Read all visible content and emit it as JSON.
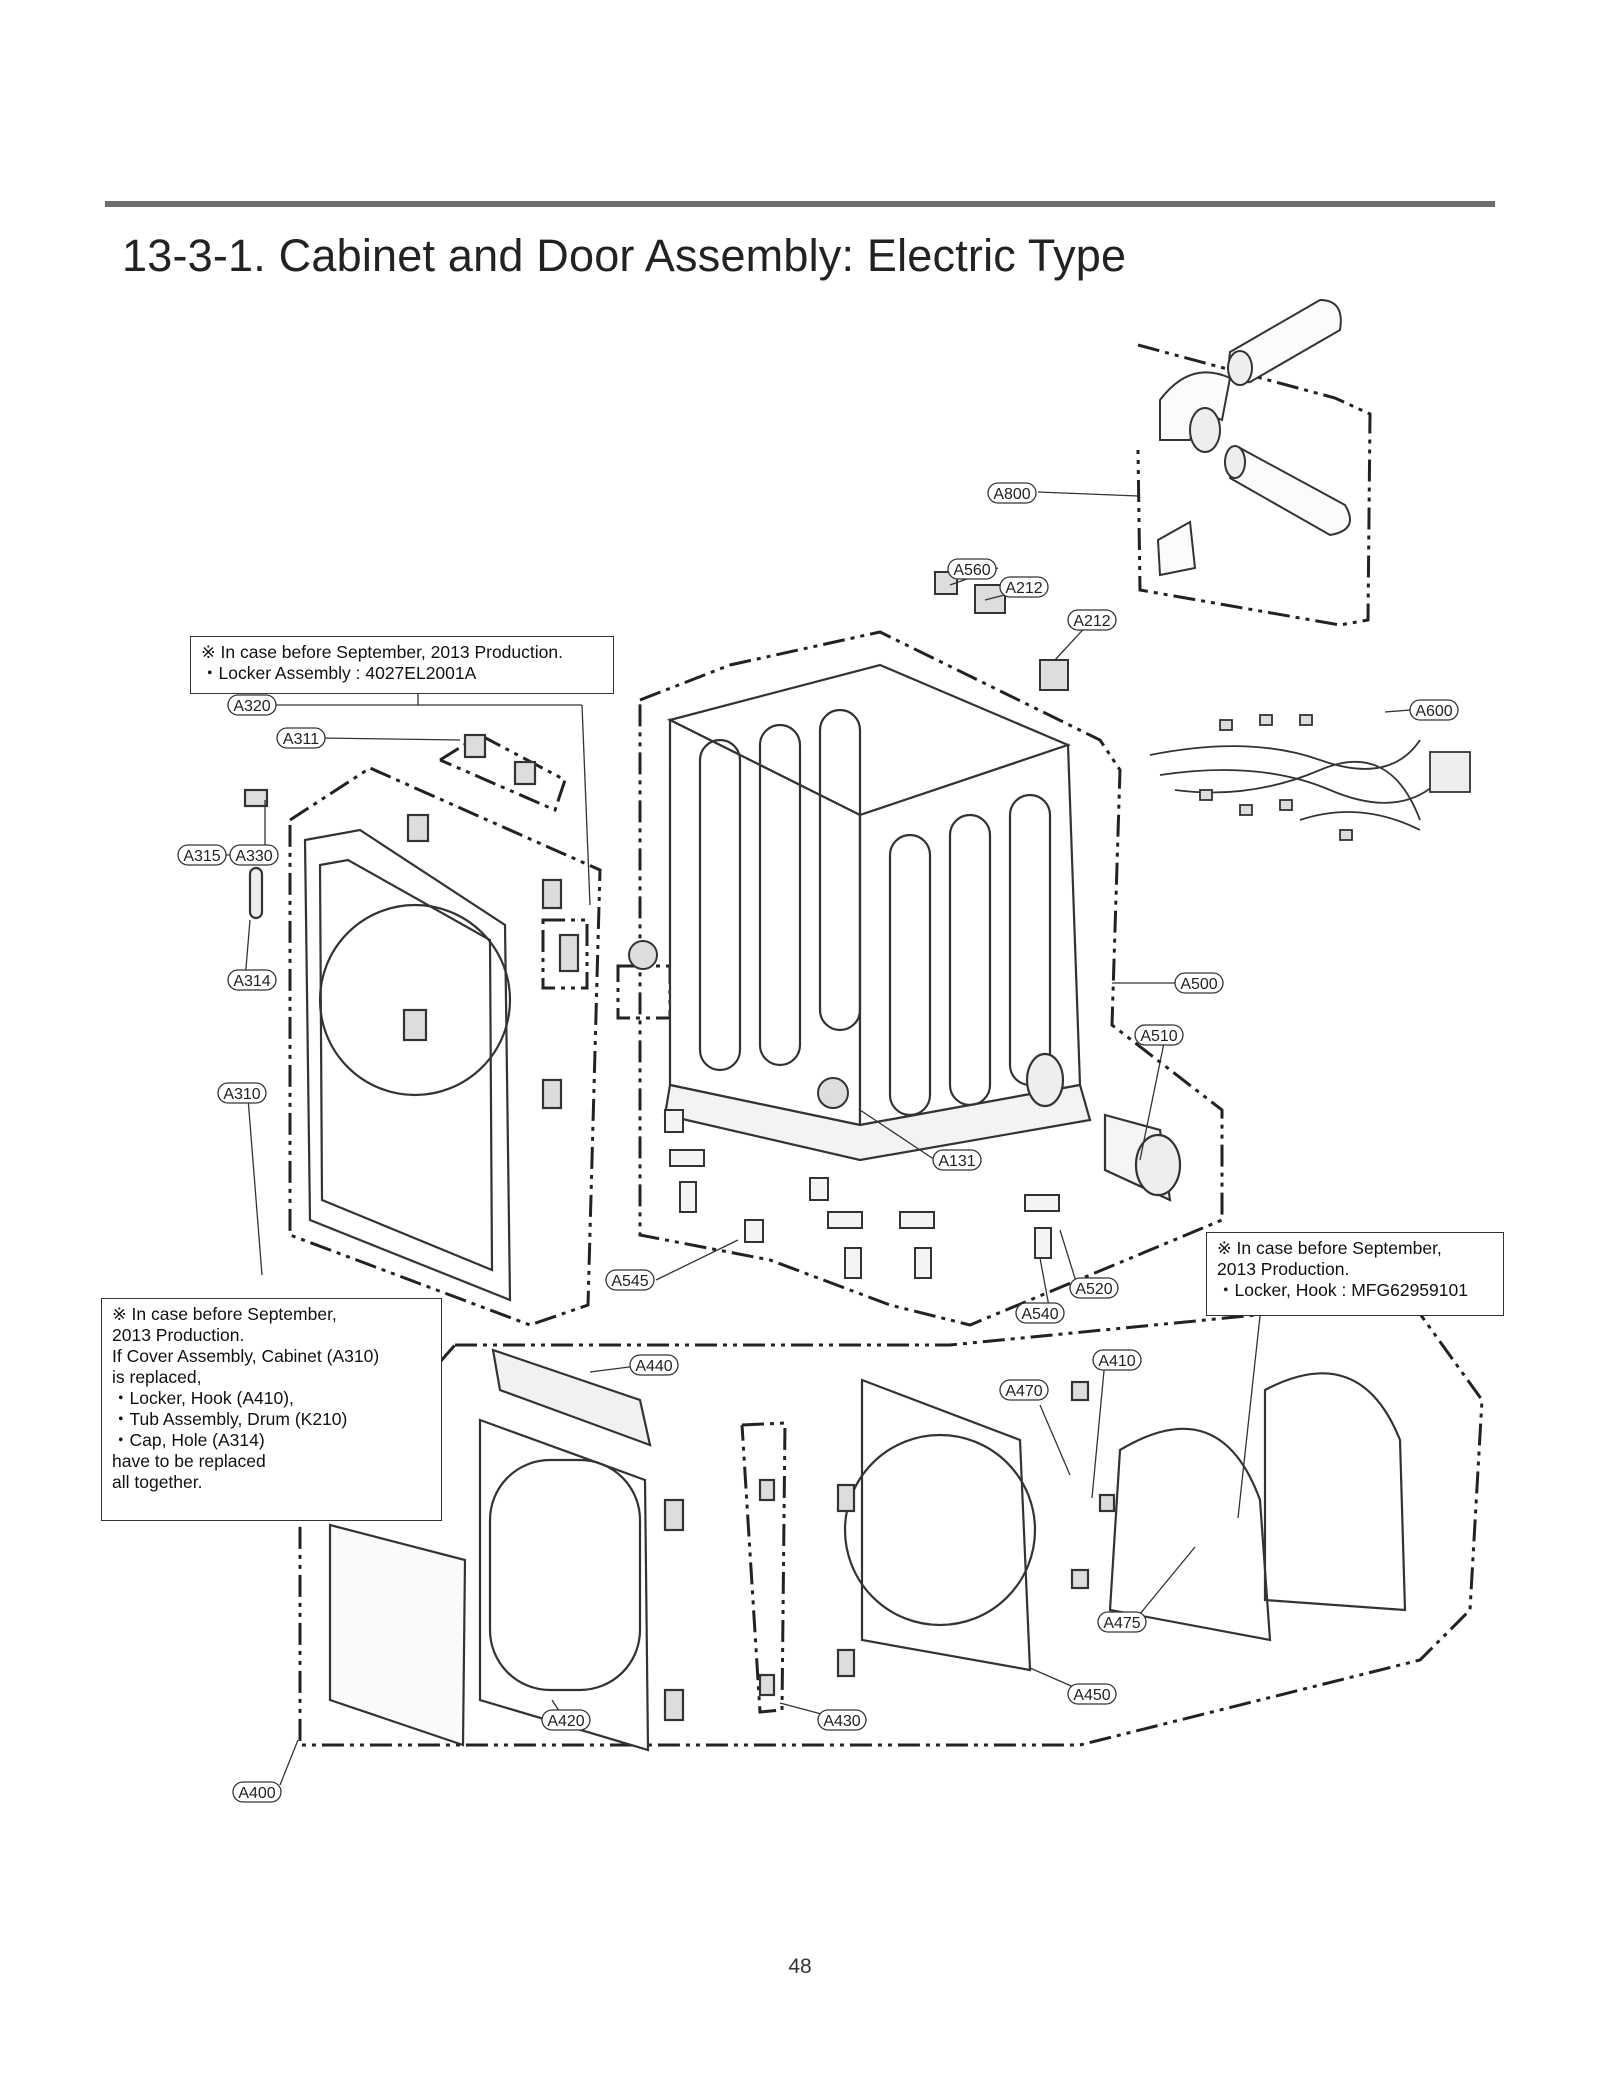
{
  "header": {
    "title": "13-3-1. Cabinet and Door Assembly: Electric Type"
  },
  "footer": {
    "page_number": "48"
  },
  "notes": {
    "locker_assembly": [
      "※ In case before September, 2013 Production.",
      "・Locker Assembly : 4027EL2001A"
    ],
    "locker_hook": [
      "※ In case before September,",
      "2013 Production.",
      "・Locker, Hook : MFG62959101"
    ],
    "cover_cabinet": [
      "※ In case before September,",
      "2013 Production.",
      "If Cover Assembly, Cabinet (A310)",
      "is replaced,",
      "・Locker, Hook (A410),",
      "・Tub Assembly, Drum (K210)",
      "・Cap, Hole (A314)",
      "have to be replaced",
      "all together."
    ]
  },
  "part_labels": [
    "A800",
    "A560",
    "A212",
    "A212",
    "A600",
    "A320",
    "A311",
    "A315",
    "A330",
    "A314",
    "A500",
    "A510",
    "A310",
    "A131",
    "A545",
    "A520",
    "A540",
    "A440",
    "A410",
    "A470",
    "A475",
    "A450",
    "A420",
    "A430",
    "A400"
  ]
}
